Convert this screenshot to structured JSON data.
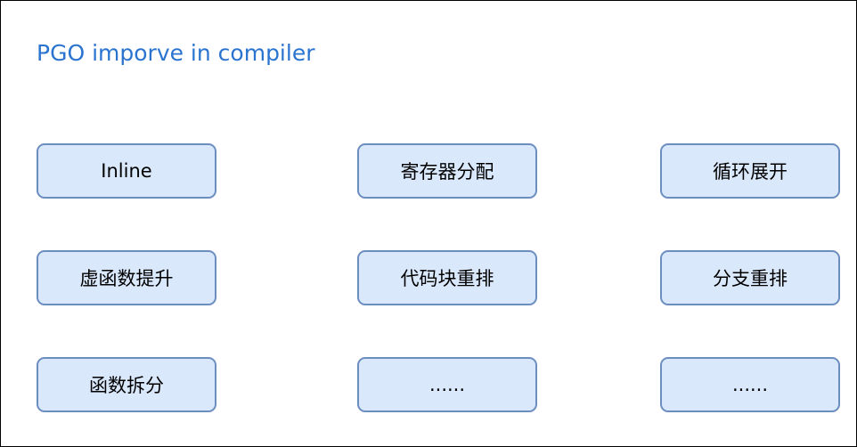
{
  "title": "PGO imporve in compiler",
  "boxes": [
    {
      "label": "Inline",
      "row": 0,
      "col": 0
    },
    {
      "label": "寄存器分配",
      "row": 0,
      "col": 1
    },
    {
      "label": "循环展开",
      "row": 0,
      "col": 2
    },
    {
      "label": "虚函数提升",
      "row": 1,
      "col": 0
    },
    {
      "label": "代码块重排",
      "row": 1,
      "col": 1
    },
    {
      "label": "分支重排",
      "row": 1,
      "col": 2
    },
    {
      "label": "函数拆分",
      "row": 2,
      "col": 0
    },
    {
      "label": "......",
      "row": 2,
      "col": 1
    },
    {
      "label": "......",
      "row": 2,
      "col": 2
    }
  ],
  "colors": {
    "title": "#2a74d0",
    "box_fill": "#dae8fc",
    "box_stroke": "#6c8ebf"
  }
}
